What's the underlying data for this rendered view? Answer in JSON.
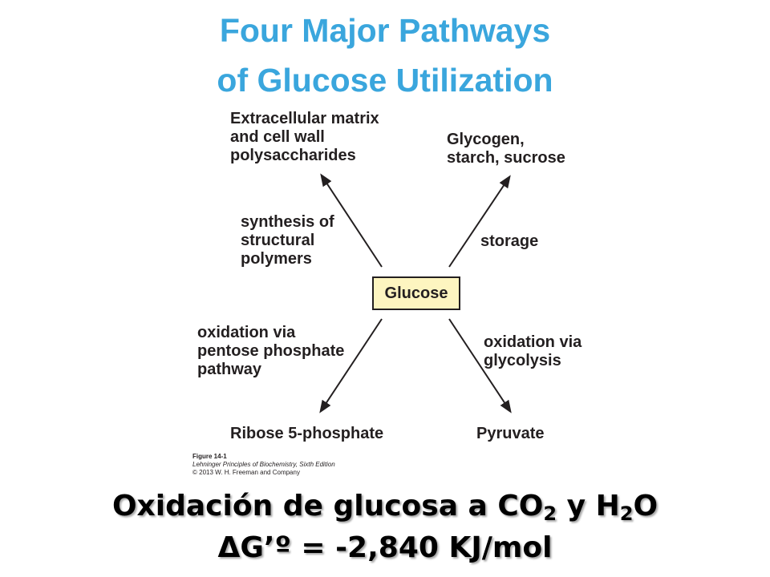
{
  "title": {
    "line1": "Four Major Pathways",
    "line2": "of Glucose Utilization"
  },
  "diagram": {
    "center": "Glucose",
    "products": {
      "top_left": [
        "Extracellular matrix",
        "and cell wall",
        "polysaccharides"
      ],
      "top_right": [
        "Glycogen,",
        "starch, sucrose"
      ],
      "bottom_left": "Ribose 5-phosphate",
      "bottom_right": "Pyruvate"
    },
    "pathways": {
      "top_left": [
        "synthesis of",
        "structural",
        "polymers"
      ],
      "top_right": "storage",
      "bottom_left": [
        "oxidation via",
        "pentose phosphate",
        "pathway"
      ],
      "bottom_right": [
        "oxidation via",
        "glycolysis"
      ]
    },
    "credit": [
      "Figure 14-1",
      "Lehninger Principles of Biochemistry, Sixth Edition",
      "© 2013 W. H. Freeman and Company"
    ]
  },
  "caption": {
    "line1_prefix": "Oxidación de glucosa a CO",
    "line1_sub1": "2",
    "line1_mid": " y H",
    "line1_sub2": "2",
    "line1_suffix": "O",
    "line2": "ΔG’º = -2,840 KJ/mol"
  },
  "colors": {
    "title": "#3aa6dd",
    "box_fill": "#fdf5c0",
    "ink": "#231f20"
  }
}
